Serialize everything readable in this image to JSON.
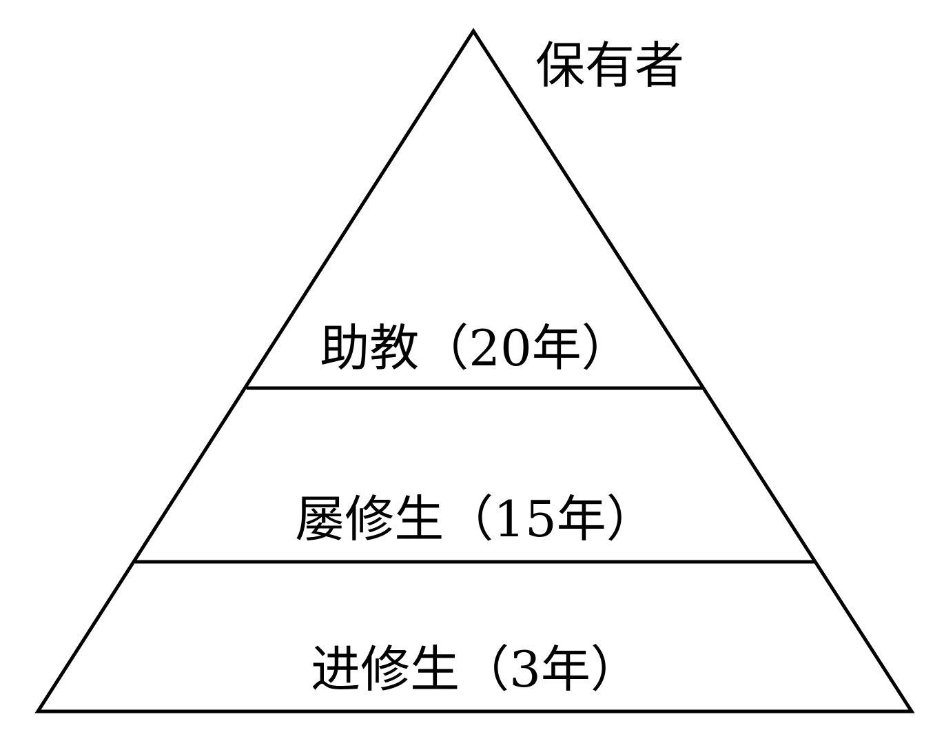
{
  "pyramid": {
    "apex_label": "保有者",
    "tiers": [
      {
        "label": "助教（20年）"
      },
      {
        "label": "屡修生（15年）"
      },
      {
        "label": "进修生（3年）"
      }
    ]
  },
  "colors": {
    "stroke": "#000000",
    "background": "#ffffff",
    "text": "#000000"
  }
}
